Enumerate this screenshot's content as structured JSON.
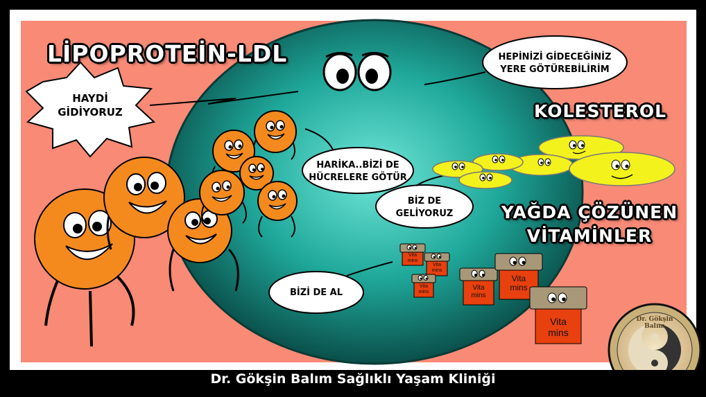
{
  "slide": {
    "title": "LİPOPROTEİN-LDL",
    "labels": {
      "kolesterol": "KOLESTEROL",
      "vitamins_line1": "YAĞDA ÇÖZÜNEN",
      "vitamins_line2": "VİTAMİNLER"
    },
    "bubbles": {
      "haydi_line1": "HAYDİ",
      "haydi_line2": "GİDİYORUZ",
      "hepinizi_line1": "HEPİNİZİ GİDECEĞİNİZ",
      "hepinizi_line2": "YERE GÖTÜREBİLİRİM",
      "harika_line1": "HARİKA..BİZİ DE",
      "harika_line2": "HÜCRELERE GÖTÜR",
      "bizde_line1": "BİZ DE",
      "bizde_line2": "GELİYORUZ",
      "bizideal": "BİZİ DE AL"
    },
    "vitamin_jar_label_line1": "Vita",
    "vitamin_jar_label_line2": "mins",
    "logo_text": "Dr. Gökşin Balım",
    "footer": "Dr. Gökşin Balım Sağlıklı Yaşam Kliniği"
  },
  "colors": {
    "background": "#F88A76",
    "ldl_particle": "#1FA89A",
    "cell": "#F48A1E",
    "cholesterol": "#F4F21C",
    "vitamin_jar": "#E8400E",
    "vitamin_lid": "#A89878"
  }
}
